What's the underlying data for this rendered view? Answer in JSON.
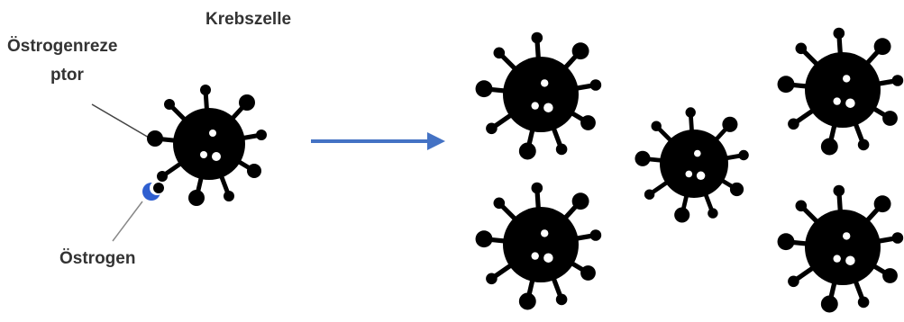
{
  "labels": {
    "cancer_cell": "Krebszelle",
    "receptor_line1": "Östrogenreze",
    "receptor_line2": "ptor",
    "estrogen": "Östrogen"
  },
  "colors": {
    "cell": "#000000",
    "arrow": "#4472c4",
    "estrogen": "#2f5fd0",
    "leader_line": "#444444",
    "text": "#333333"
  },
  "icons": {
    "cell": "virus-icon",
    "arrow": "right-arrow-icon",
    "estrogen": "crescent-icon"
  },
  "proliferated_cell_count": 5
}
